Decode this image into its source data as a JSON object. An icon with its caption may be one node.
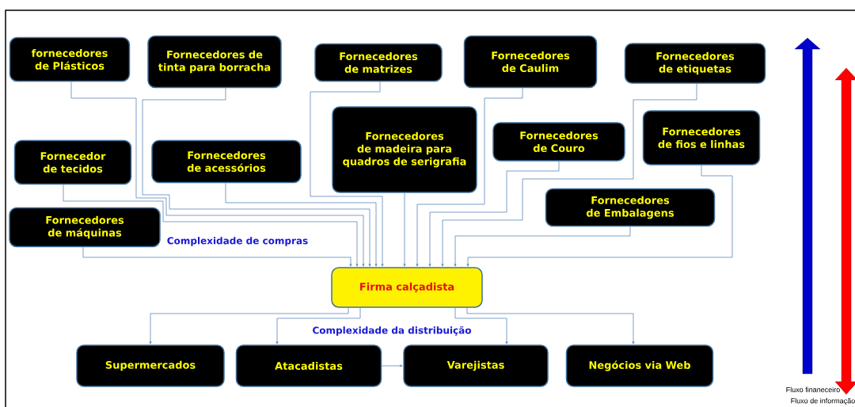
{
  "diagram": {
    "nodes": [
      {
        "text": [
          "fornecedores de Plásticos"
        ]
      },
      {
        "text": [
          "Fornecedores de tinta para borracha"
        ]
      },
      {
        "text": [
          "Fornecedores de matrizes"
        ]
      },
      {
        "text": [
          "Fornecedores de Caulim"
        ]
      },
      {
        "text": [
          "Fornecedores de etiquetas"
        ]
      },
      {
        "text": [
          "Fornecedor de tecidos"
        ]
      },
      {
        "text": [
          "Fornecedores de acessórios"
        ]
      },
      {
        "text": [
          "Fornecedores de madeira para quadros de serigrafia"
        ]
      },
      {
        "text": [
          "Fornecedores de Couro"
        ]
      },
      {
        "text": [
          "Fornecedores de fios e linhas"
        ]
      },
      {
        "text": [
          "Fornecedores de Embalagens"
        ]
      },
      {
        "text": [
          "Fornecedores de máquinas"
        ]
      },
      {
        "text": [
          "Firma calçadista"
        ]
      },
      {
        "text": [
          "Supermercados"
        ]
      },
      {
        "text": [
          "Atacadistas"
        ]
      },
      {
        "text": [
          "Varejistas"
        ]
      },
      {
        "text": [
          "Negócios via Web"
        ]
      }
    ],
    "edges": [
      {
        "from": 0,
        "to": 12,
        "arrow": "to"
      },
      {
        "from": 1,
        "to": 12,
        "arrow": "to"
      },
      {
        "from": 2,
        "to": 12,
        "arrow": "to"
      },
      {
        "from": 3,
        "to": 12,
        "arrow": "to"
      },
      {
        "from": 4,
        "to": 12,
        "arrow": "to"
      },
      {
        "from": 5,
        "to": 12,
        "arrow": "to"
      },
      {
        "from": 6,
        "to": 12,
        "arrow": "to"
      },
      {
        "from": 7,
        "to": 12,
        "arrow": "to"
      },
      {
        "from": 8,
        "to": 12,
        "arrow": "to"
      },
      {
        "from": 9,
        "to": 12,
        "arrow": "to"
      },
      {
        "from": 10,
        "to": 12,
        "arrow": "to"
      },
      {
        "from": 11,
        "to": 12,
        "arrow": "to"
      },
      {
        "from": 12,
        "to": 13,
        "arrow": "to"
      },
      {
        "from": 12,
        "to": 14,
        "arrow": "to"
      },
      {
        "from": 12,
        "to": 15,
        "arrow": "to"
      },
      {
        "from": 12,
        "to": 16,
        "arrow": "to"
      },
      {
        "from": 14,
        "to": 15,
        "arrow": "to"
      }
    ],
    "labels": [
      "Complexidade de compras",
      "Complexidade da distribuição",
      "Fluxo finaneceiro",
      "Fluxo de informação"
    ]
  }
}
